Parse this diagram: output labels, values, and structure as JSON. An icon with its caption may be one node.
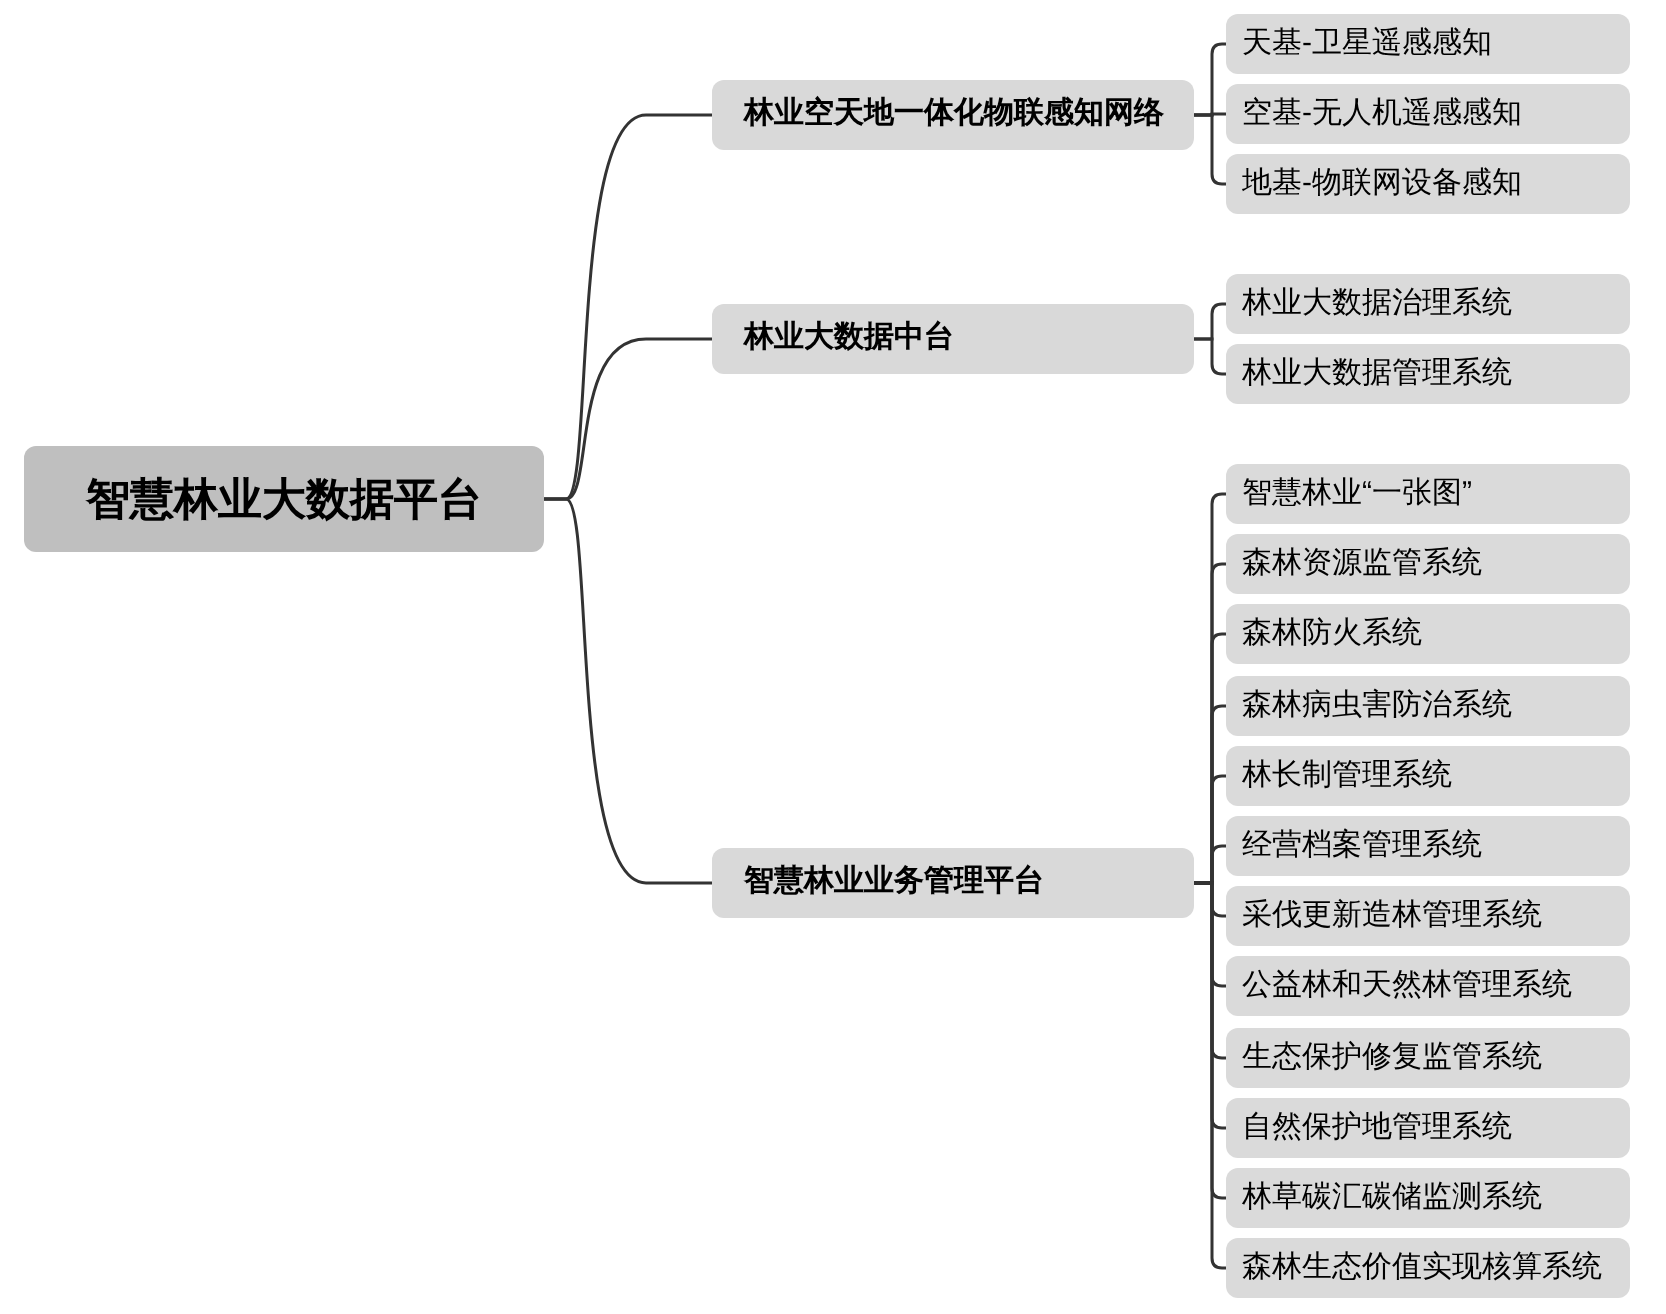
{
  "diagram": {
    "nodes": [
      {
        "text": [
          "智慧林业大数据平台"
        ]
      },
      {
        "text": [
          "林业空天地一体化物联感知网络"
        ]
      },
      {
        "text": [
          "天基-卫星遥感感知"
        ]
      },
      {
        "text": [
          "空基-无人机遥感感知"
        ]
      },
      {
        "text": [
          "地基-物联网设备感知"
        ]
      },
      {
        "text": [
          "林业大数据中台"
        ]
      },
      {
        "text": [
          "林业大数据治理系统"
        ]
      },
      {
        "text": [
          "林业大数据管理系统"
        ]
      },
      {
        "text": [
          "智慧林业业务管理平台"
        ]
      },
      {
        "text": [
          "智慧林业“一张图”"
        ]
      },
      {
        "text": [
          "森林资源监管系统"
        ]
      },
      {
        "text": [
          "森林防火系统"
        ]
      },
      {
        "text": [
          "森林病虫害防治系统"
        ]
      },
      {
        "text": [
          "林长制管理系统"
        ]
      },
      {
        "text": [
          "经营档案管理系统"
        ]
      },
      {
        "text": [
          "采伐更新造林管理系统"
        ]
      },
      {
        "text": [
          "公益林和天然林管理系统"
        ]
      },
      {
        "text": [
          "生态保护修复监管系统"
        ]
      },
      {
        "text": [
          "自然保护地管理系统"
        ]
      },
      {
        "text": [
          "林草碳汇碳储监测系统"
        ]
      },
      {
        "text": [
          "森林生态价值实现核算系统"
        ]
      }
    ],
    "edges": [
      {
        "from": 0,
        "to": 1,
        "arrow": "none"
      },
      {
        "from": 0,
        "to": 5,
        "arrow": "none"
      },
      {
        "from": 0,
        "to": 8,
        "arrow": "none"
      },
      {
        "from": 1,
        "to": 2,
        "arrow": "none"
      },
      {
        "from": 1,
        "to": 3,
        "arrow": "none"
      },
      {
        "from": 1,
        "to": 4,
        "arrow": "none"
      },
      {
        "from": 5,
        "to": 6,
        "arrow": "none"
      },
      {
        "from": 5,
        "to": 7,
        "arrow": "none"
      },
      {
        "from": 8,
        "to": 9,
        "arrow": "none"
      },
      {
        "from": 8,
        "to": 10,
        "arrow": "none"
      },
      {
        "from": 8,
        "to": 11,
        "arrow": "none"
      },
      {
        "from": 8,
        "to": 12,
        "arrow": "none"
      },
      {
        "from": 8,
        "to": 13,
        "arrow": "none"
      },
      {
        "from": 8,
        "to": 14,
        "arrow": "none"
      },
      {
        "from": 8,
        "to": 15,
        "arrow": "none"
      },
      {
        "from": 8,
        "to": 16,
        "arrow": "none"
      },
      {
        "from": 8,
        "to": 17,
        "arrow": "none"
      },
      {
        "from": 8,
        "to": 18,
        "arrow": "none"
      },
      {
        "from": 8,
        "to": 19,
        "arrow": "none"
      },
      {
        "from": 8,
        "to": 20,
        "arrow": "none"
      }
    ]
  }
}
